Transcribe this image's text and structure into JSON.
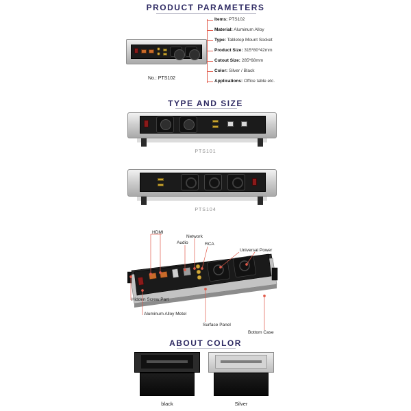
{
  "sections": {
    "product_parameters": "PRODUCT PARAMETERS",
    "type_and_size": "TYPE AND SIZE",
    "about_color": "ABOUT COLOR"
  },
  "parameters": [
    {
      "label": "Items:",
      "value": "PTS102"
    },
    {
      "label": "Material:",
      "value": "Aluminum Alloy"
    },
    {
      "label": "Type:",
      "value": "Tabletop Mount Socket"
    },
    {
      "label": "Product Size:",
      "value": "315*80*42mm"
    },
    {
      "label": "Cutout Size:",
      "value": "285*68mm"
    },
    {
      "label": "Color:",
      "value": "Silver / Black"
    },
    {
      "label": "Applications:",
      "value": "Office table etc."
    }
  ],
  "model_caption": "No.: PTS102",
  "types": [
    "PTS101",
    "PTS104"
  ],
  "callouts": {
    "hdmi": "HDMI",
    "audio": "Audio",
    "network": "Network",
    "rca": "RCA",
    "universal_power": "Universal  Power",
    "hidden_screw": "Hidden Screw Part",
    "alu_metel": "Aluminum  Alloy Metel",
    "surface_panel": "Surface Panel",
    "bottom_case": "Bottom Case"
  },
  "colors": [
    {
      "name": "black",
      "hex": "#1c1c1c"
    },
    {
      "name": "Silver",
      "hex": "#c8c8c8"
    }
  ],
  "accent": "#e05a4a",
  "title_color": "#2e2a63"
}
